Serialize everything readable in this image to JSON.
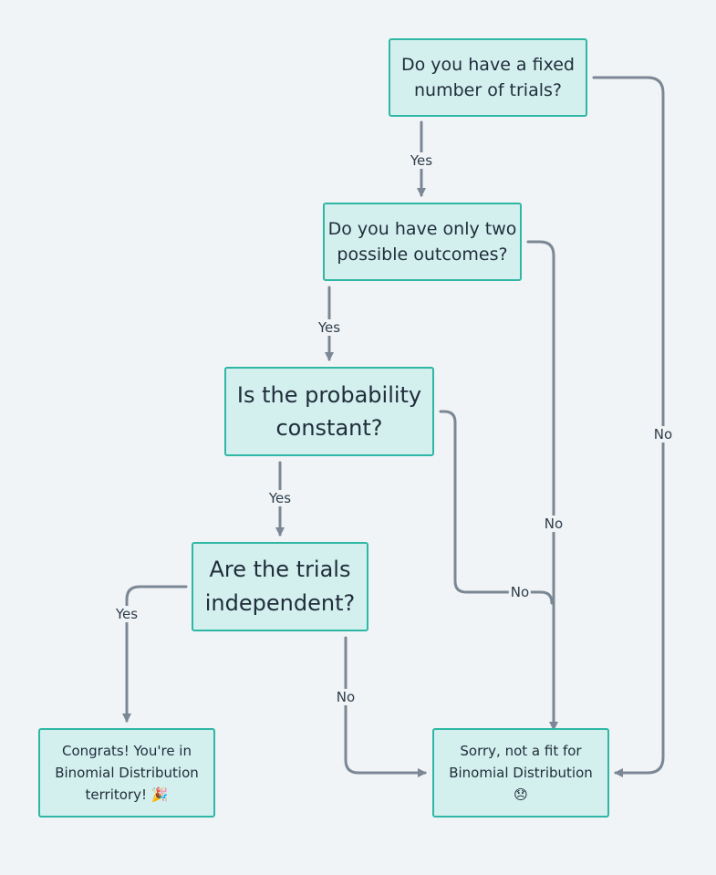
{
  "nodes": {
    "q_fixed_trials": "Do you have a fixed\nnumber of trials?",
    "q_two_outcomes": "Do you have only two\npossible outcomes?",
    "q_constant_probability": "Is the probability\nconstant?",
    "q_independent": "Are the trials\nindependent?",
    "result_congrats": "Congrats! You're in\nBinomial Distribution\nterritory! 🎉",
    "result_sorry": "Sorry, not a fit for\nBinomial Distribution\n😞"
  },
  "edges": {
    "fixed_yes": "Yes",
    "fixed_no": "No",
    "two_yes": "Yes",
    "two_no": "No",
    "constant_yes": "Yes",
    "constant_no": "No",
    "independent_yes": "Yes",
    "independent_no": "No"
  },
  "colors": {
    "background": "#f0f4f7",
    "node_fill": "#d3efee",
    "node_border": "#2fb7a5",
    "connector": "#7b8795",
    "text": "#1f2d3a"
  }
}
